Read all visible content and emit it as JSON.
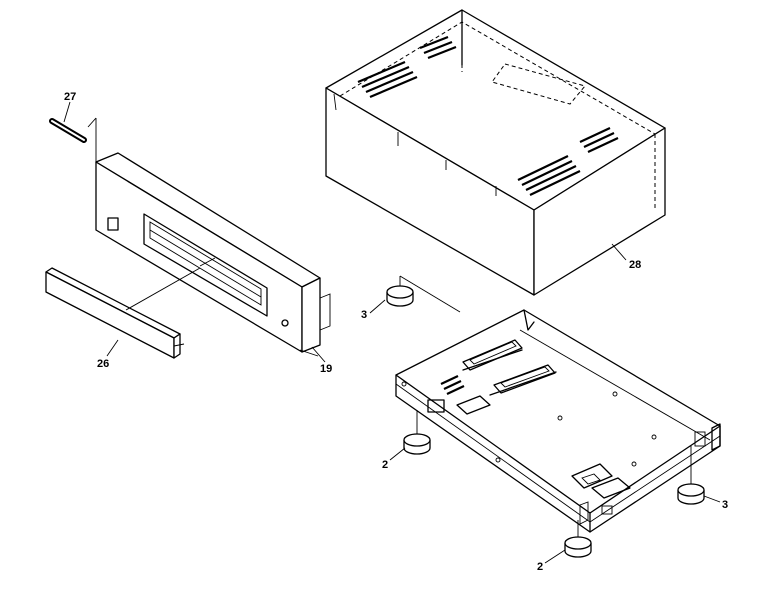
{
  "diagram": {
    "callouts": {
      "c27": "27",
      "c28": "28",
      "c3a": "3",
      "c19": "19",
      "c26": "26",
      "c2a": "2",
      "c3b": "3",
      "c2b": "2"
    }
  }
}
